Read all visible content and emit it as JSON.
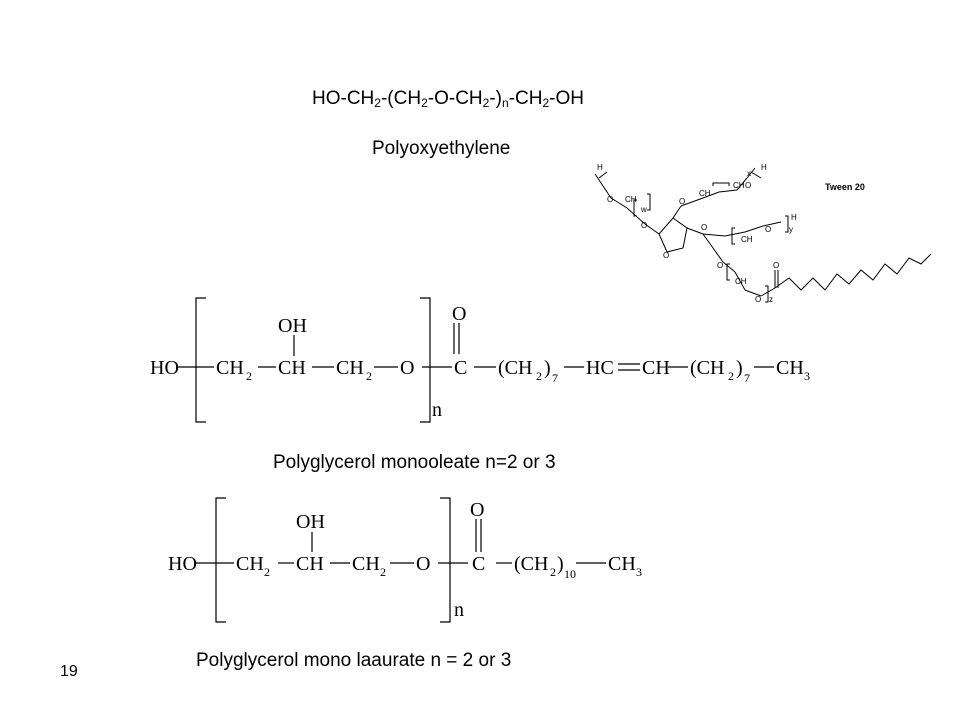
{
  "slide": {
    "page_number": "19",
    "formula": {
      "p1": "HO-CH",
      "s1": "2",
      "p2": "-(CH",
      "s2": "2",
      "p3": "-O-CH",
      "s3": "2",
      "p4": "-)",
      "s4": "n",
      "p5": "-CH",
      "s5": "2",
      "p6": "-OH"
    },
    "captions": {
      "polyoxyethylene": "Polyoxyethylene",
      "monooleate": "Polyglycerol monooleate n=2 or 3",
      "monolaurate": "Polyglycerol mono laaurate n = 2 or 3"
    },
    "tween": {
      "label": "Tween 20",
      "h": "H",
      "o": "O",
      "ch2": "CH",
      "two": "2",
      "w": "w",
      "x": "x",
      "y": "y",
      "z": "z"
    },
    "structure_oleate": {
      "ho": "HO",
      "ch2": "CH",
      "sub2": "2",
      "ch": "CH",
      "oh": "OH",
      "o": "O",
      "c": "C",
      "carbonyl_o": "O",
      "paren_ch2": "(CH",
      "sub7": "7",
      "close": ")",
      "hc": "HC",
      "ch_alkene": "CH",
      "ch3": "CH",
      "sub3": "3",
      "n": "n"
    },
    "structure_laurate": {
      "ho": "HO",
      "ch2": "CH",
      "sub2": "2",
      "ch": "CH",
      "oh": "OH",
      "o": "O",
      "c": "C",
      "carbonyl_o": "O",
      "paren_ch2": "(CH",
      "sub10": "10",
      "close": ")",
      "ch3": "CH",
      "sub3": "3",
      "n": "n"
    }
  }
}
